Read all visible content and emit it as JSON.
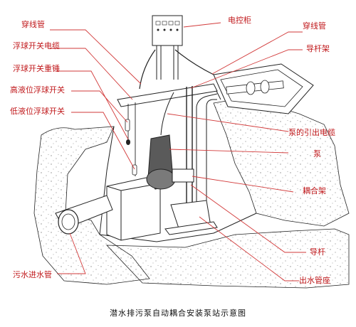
{
  "labels": {
    "conduit_left": "穿线管",
    "control_cabinet": "电控柜",
    "conduit_right": "穿线管",
    "float_cable": "浮球开关电缆",
    "guide_rail_bracket": "导杆架",
    "float_weight": "浮球开关重锤",
    "high_float": "高液位浮球开关",
    "low_float": "低液位浮球开关",
    "pump_cable": "泵的引出电缆",
    "pump": "泵",
    "coupling_bracket": "耦合架",
    "guide_rod": "导杆",
    "inlet_pipe": "污水进水管",
    "outlet_base": "出水管座"
  },
  "caption": "潜水排污泵自动耦合安装泵站示意图",
  "colors": {
    "label_text": "#c0181b",
    "leader_line": "#d23a3a",
    "outline": "#222222",
    "speckle": "#8a8a8a"
  }
}
